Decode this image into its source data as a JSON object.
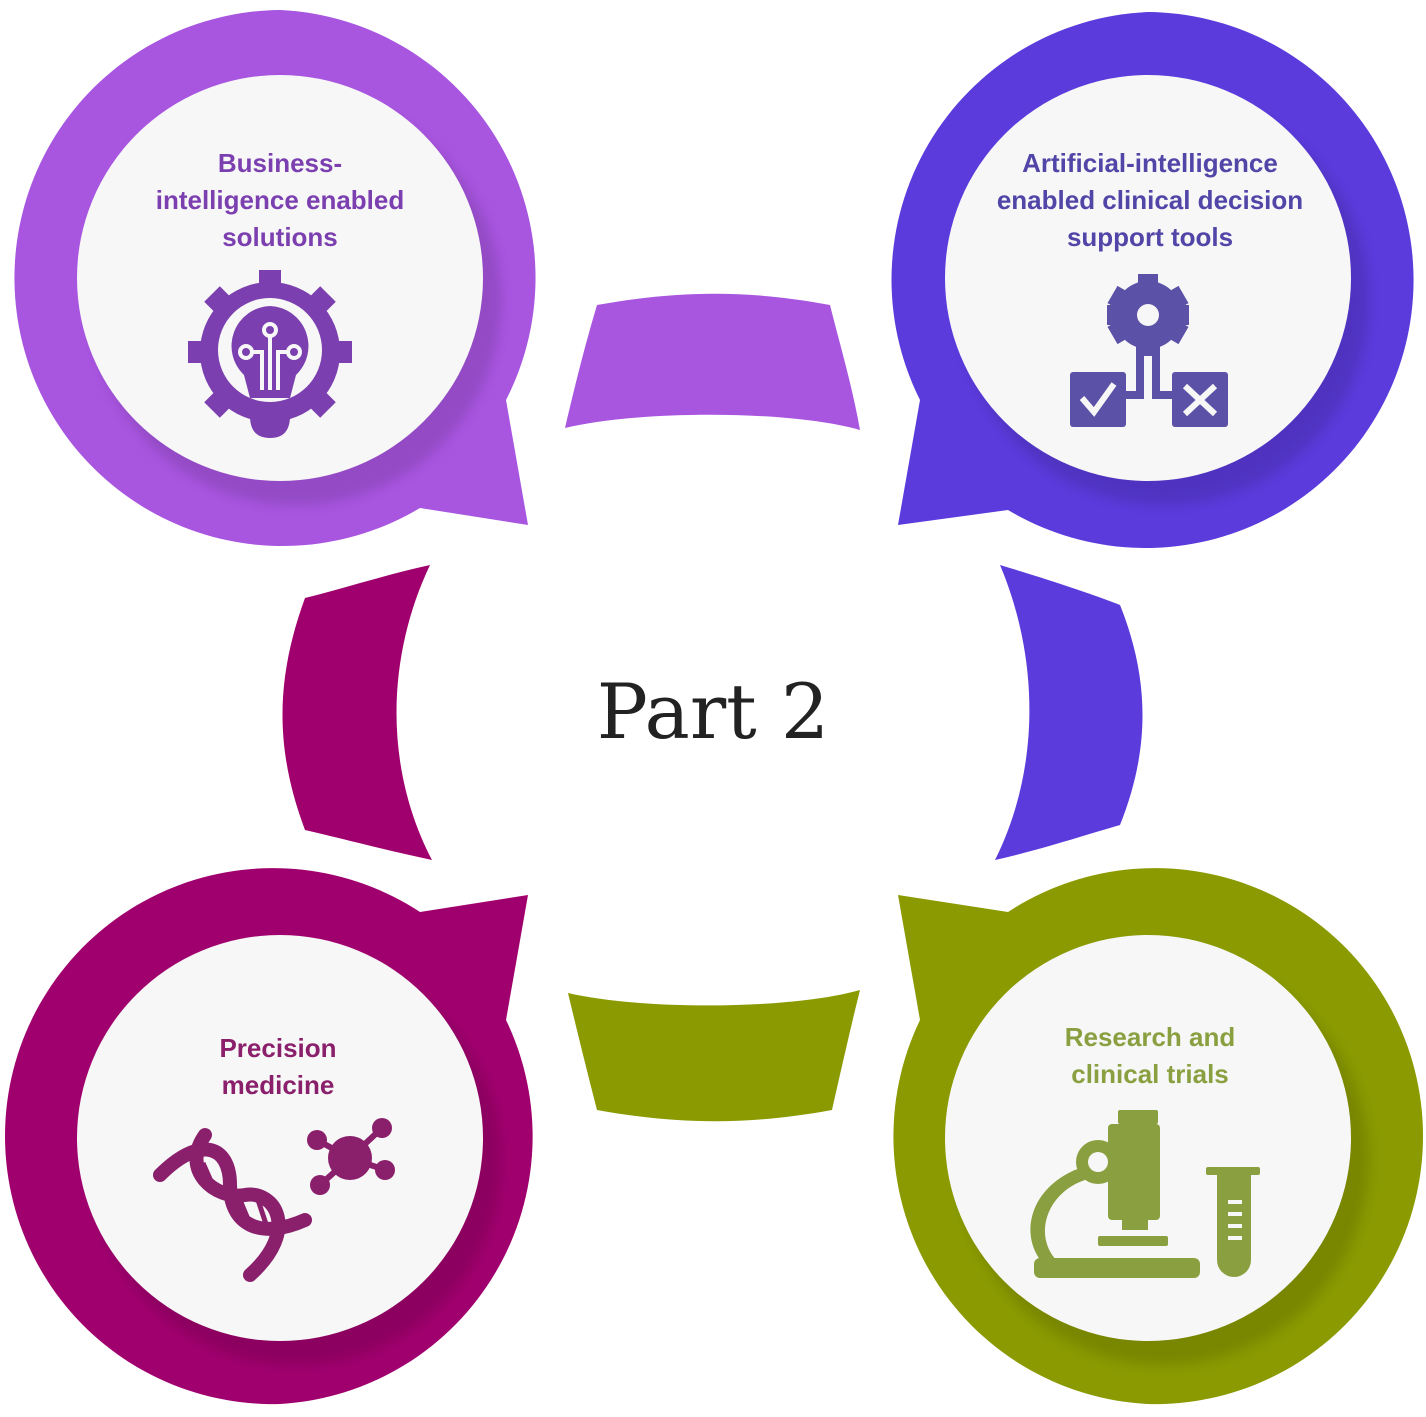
{
  "title": "Part 2",
  "nodes": [
    {
      "id": "bi",
      "label": "Business-\nintelligence enabled\nsolutions",
      "icon": "lightbulb-gear-icon",
      "color": "#a855e0",
      "text_color": "#7b3fb0"
    },
    {
      "id": "ai",
      "label": "Artificial-intelligence\nenabled clinical decision\nsupport tools",
      "icon": "decision-gear-icon",
      "color": "#5b3bdc",
      "text_color": "#5146a8"
    },
    {
      "id": "pm",
      "label": "Precision\nmedicine",
      "icon": "dna-molecule-icon",
      "color": "#a0006e",
      "text_color": "#8a1f6b"
    },
    {
      "id": "rc",
      "label": "Research and\nclinical trials",
      "icon": "microscope-test-tube-icon",
      "color": "#8a9a00",
      "text_color": "#8aa040"
    }
  ]
}
